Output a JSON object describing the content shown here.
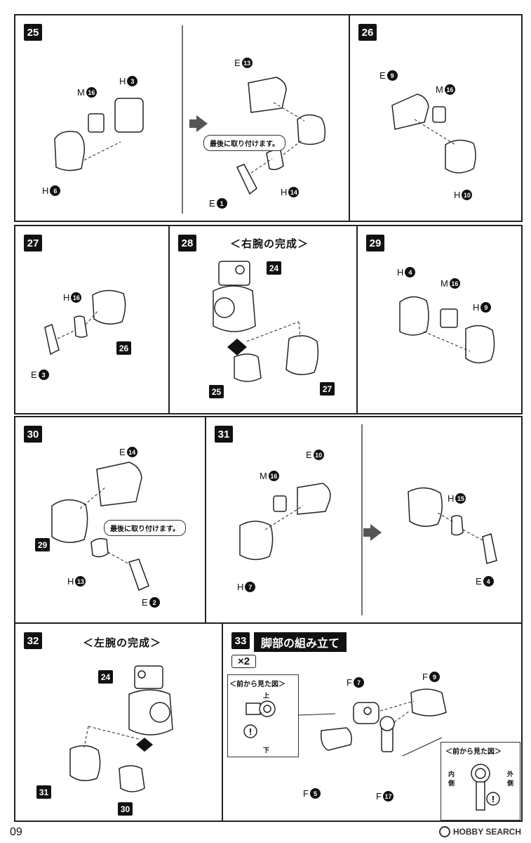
{
  "page_number": "09",
  "watermark": "HOBBY SEARCH",
  "callout_last": "最後に取り付けます。",
  "front_view": "＜前から見た図＞",
  "steps": {
    "s25": {
      "num": "25",
      "a": {
        "l": "M",
        "n": "16"
      },
      "b": {
        "l": "H",
        "n": "3"
      },
      "c": {
        "l": "H",
        "n": "6"
      },
      "d": {
        "l": "E",
        "n": "13"
      },
      "e": {
        "l": "H",
        "n": "14"
      },
      "f": {
        "l": "E",
        "n": "1"
      }
    },
    "s26": {
      "num": "26",
      "a": {
        "l": "E",
        "n": "9"
      },
      "b": {
        "l": "M",
        "n": "16"
      },
      "c": {
        "l": "H",
        "n": "10"
      }
    },
    "s27": {
      "num": "27",
      "a": {
        "l": "H",
        "n": "16"
      },
      "b": {
        "l": "E",
        "n": "3"
      },
      "ref": "26"
    },
    "s28": {
      "num": "28",
      "title": "＜右腕の完成＞",
      "r1": "24",
      "r2": "25",
      "r3": "27"
    },
    "s29": {
      "num": "29",
      "a": {
        "l": "H",
        "n": "4"
      },
      "b": {
        "l": "M",
        "n": "16"
      },
      "c": {
        "l": "H",
        "n": "9"
      }
    },
    "s30": {
      "num": "30",
      "a": {
        "l": "E",
        "n": "14"
      },
      "b": {
        "l": "H",
        "n": "13"
      },
      "c": {
        "l": "E",
        "n": "2"
      },
      "ref": "29"
    },
    "s31": {
      "num": "31",
      "a": {
        "l": "M",
        "n": "16"
      },
      "b": {
        "l": "E",
        "n": "10"
      },
      "c": {
        "l": "H",
        "n": "7"
      },
      "d": {
        "l": "H",
        "n": "15"
      },
      "e": {
        "l": "E",
        "n": "4"
      }
    },
    "s32": {
      "num": "32",
      "title": "＜左腕の完成＞",
      "r1": "24",
      "r2": "31",
      "r3": "30"
    },
    "s33": {
      "num": "33",
      "title": "脚部の組み立て",
      "qty": "×2",
      "a": {
        "l": "F",
        "n": "7"
      },
      "b": {
        "l": "F",
        "n": "9"
      },
      "c": {
        "l": "F",
        "n": "5"
      },
      "d": {
        "l": "F",
        "n": "17"
      },
      "top": "上",
      "bottom": "下",
      "inner": "内側",
      "outer": "外側"
    }
  }
}
